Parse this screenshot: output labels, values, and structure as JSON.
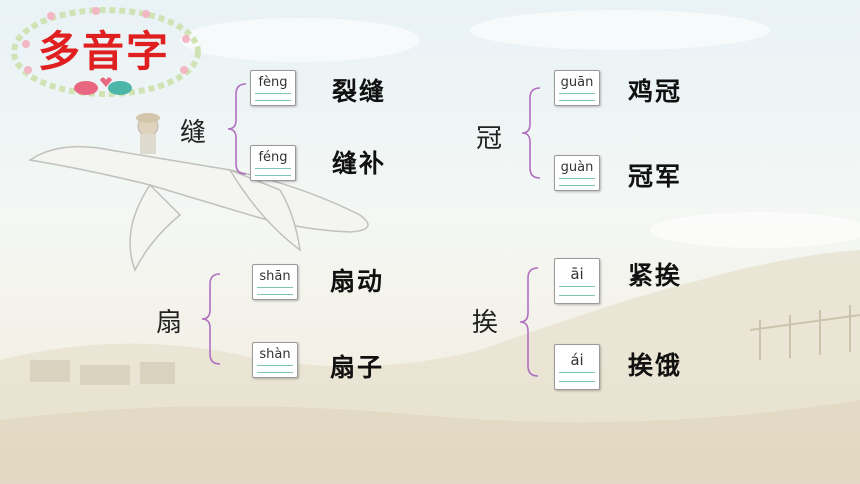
{
  "title": "多音字",
  "groups": [
    {
      "char": "缝",
      "readings": [
        {
          "pinyin": "fèng",
          "word": "裂缝"
        },
        {
          "pinyin": "féng",
          "word": "缝补"
        }
      ]
    },
    {
      "char": "冠",
      "readings": [
        {
          "pinyin": "guān",
          "word": "鸡冠"
        },
        {
          "pinyin": "guàn",
          "word": "冠军"
        }
      ]
    },
    {
      "char": "扇",
      "readings": [
        {
          "pinyin": "shān",
          "word": "扇动"
        },
        {
          "pinyin": "shàn",
          "word": "扇子"
        }
      ]
    },
    {
      "char": "挨",
      "readings": [
        {
          "pinyin": "āi",
          "word": "紧挨"
        },
        {
          "pinyin": "ái",
          "word": "挨饿"
        }
      ]
    }
  ],
  "colors": {
    "title": "#e02020",
    "brace": "#b070c0",
    "pinyin_line": "#7fc3b5"
  }
}
